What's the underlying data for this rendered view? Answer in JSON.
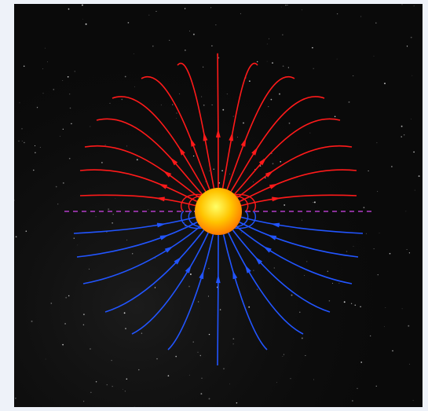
{
  "figure": {
    "subject": "sun-magnetic-field",
    "colors": {
      "page_background": "#eef2f9",
      "space_background": "#0a0a0a",
      "outward_field": "#ff1a1a",
      "inward_field": "#2255ff",
      "current_sheet": "#b23cc8",
      "sun_core": "#ffff66",
      "sun_edge": "#ff7a00"
    },
    "line_groups": [
      "outward-field-lines",
      "inward-field-lines",
      "closed-field-loops"
    ],
    "equator_style": "dashed"
  }
}
